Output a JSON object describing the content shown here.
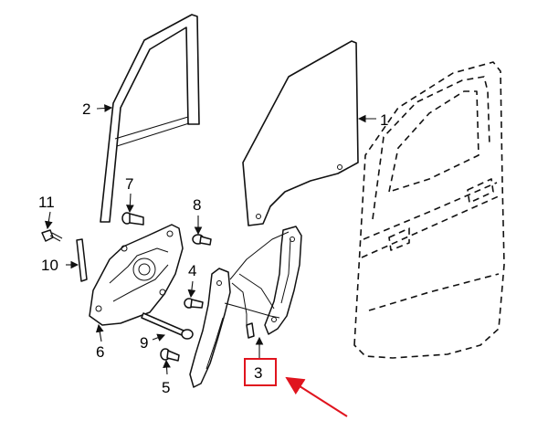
{
  "diagram": {
    "callouts": [
      {
        "id": "1",
        "label": "1"
      },
      {
        "id": "2",
        "label": "2"
      },
      {
        "id": "3",
        "label": "3"
      },
      {
        "id": "4",
        "label": "4"
      },
      {
        "id": "5",
        "label": "5"
      },
      {
        "id": "6",
        "label": "6"
      },
      {
        "id": "7",
        "label": "7"
      },
      {
        "id": "8",
        "label": "8"
      },
      {
        "id": "9",
        "label": "9"
      },
      {
        "id": "10",
        "label": "10"
      },
      {
        "id": "11",
        "label": "11"
      }
    ],
    "highlight": {
      "callout": "3",
      "box_color": "#e0141e",
      "arrow_color": "#e0141e"
    }
  }
}
